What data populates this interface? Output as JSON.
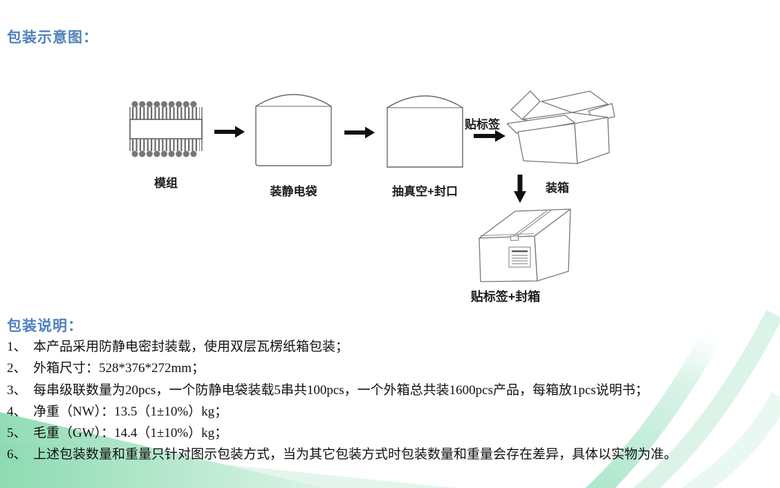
{
  "titles": {
    "diagram": "包装示意图：",
    "notes": "包装说明："
  },
  "colors": {
    "heading_blue": "#4f81bd",
    "decor_green": "#8edbb4",
    "arrow_black": "#111111"
  },
  "diagram": {
    "step1_label": "模组",
    "step2_label": "装静电袋",
    "step3_label": "抽真空+封口",
    "step4_label": "装箱",
    "step5_label": "贴标签+封箱",
    "arrow_label": "贴标签"
  },
  "notes": {
    "items": [
      {
        "num": "1、",
        "text": "本产品采用防静电密封装载，使用双层瓦楞纸箱包装；"
      },
      {
        "num": "2、",
        "text": "外箱尺寸：528*376*272mm；"
      },
      {
        "num": "3、",
        "text": "每串级联数量为20pcs，一个防静电袋装载5串共100pcs，一个外箱总共装1600pcs产品，每箱放1pcs说明书；"
      },
      {
        "num": "4、",
        "text": "净重（NW）：13.5（1±10%）kg；"
      },
      {
        "num": "5、",
        "text": "毛重（GW）：14.4（1±10%）kg；"
      },
      {
        "num": "6、",
        "text": "上述包装数量和重量只针对图示包装方式，当为其它包装方式时包装数量和重量会存在差异，具体以实物为准。"
      }
    ]
  }
}
